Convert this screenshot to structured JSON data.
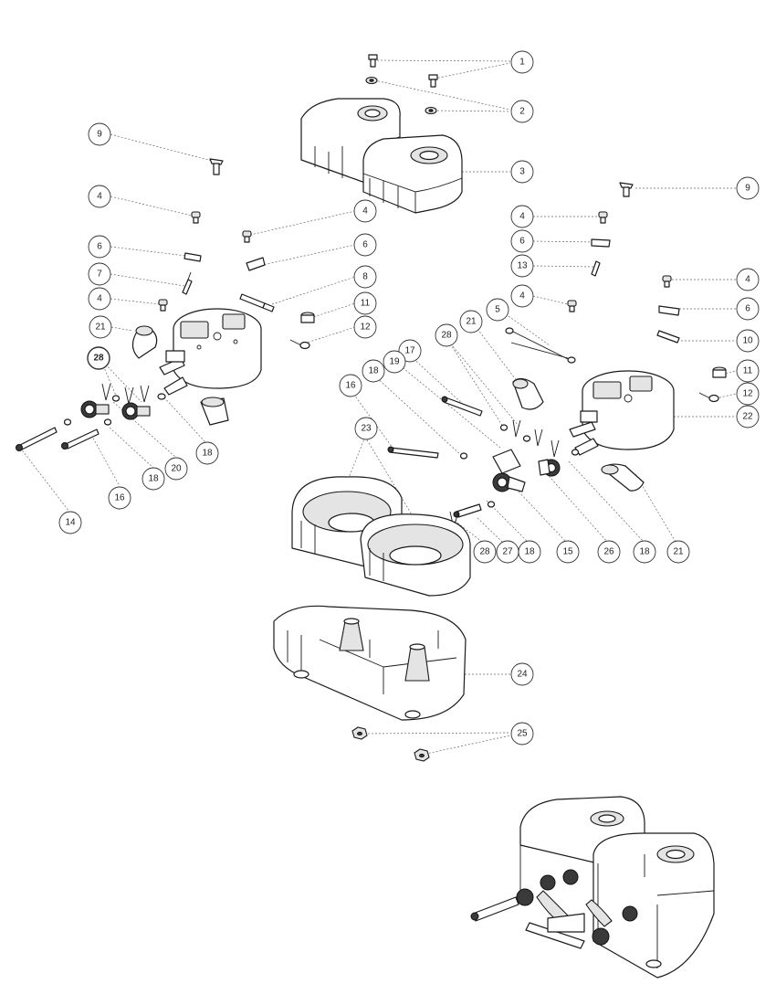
{
  "diagram": {
    "callouts": [
      {
        "id": "c1",
        "label": "1"
      },
      {
        "id": "c2",
        "label": "2"
      },
      {
        "id": "c3",
        "label": "3"
      },
      {
        "id": "c9a",
        "label": "9"
      },
      {
        "id": "c9b",
        "label": "9"
      },
      {
        "id": "c4a",
        "label": "4"
      },
      {
        "id": "c4b",
        "label": "4"
      },
      {
        "id": "c4c",
        "label": "4"
      },
      {
        "id": "c4d",
        "label": "4"
      },
      {
        "id": "c4e",
        "label": "4"
      },
      {
        "id": "c4f",
        "label": "4"
      },
      {
        "id": "c6a",
        "label": "6"
      },
      {
        "id": "c6b",
        "label": "6"
      },
      {
        "id": "c6c",
        "label": "6"
      },
      {
        "id": "c6d",
        "label": "6"
      },
      {
        "id": "c7",
        "label": "7"
      },
      {
        "id": "c8",
        "label": "8"
      },
      {
        "id": "c13",
        "label": "13"
      },
      {
        "id": "c5",
        "label": "5"
      },
      {
        "id": "c10",
        "label": "10"
      },
      {
        "id": "c11a",
        "label": "11"
      },
      {
        "id": "c11b",
        "label": "11"
      },
      {
        "id": "c12a",
        "label": "12"
      },
      {
        "id": "c12b",
        "label": "12"
      },
      {
        "id": "c21a",
        "label": "21"
      },
      {
        "id": "c21b",
        "label": "21"
      },
      {
        "id": "c21c",
        "label": "21"
      },
      {
        "id": "c22",
        "label": "22"
      },
      {
        "id": "c28a",
        "label": "28"
      },
      {
        "id": "c28b",
        "label": "28"
      },
      {
        "id": "c28c",
        "label": "28"
      },
      {
        "id": "c17",
        "label": "17"
      },
      {
        "id": "c19",
        "label": "19"
      },
      {
        "id": "c18a",
        "label": "18"
      },
      {
        "id": "c18b",
        "label": "18"
      },
      {
        "id": "c18c",
        "label": "18"
      },
      {
        "id": "c18d",
        "label": "18"
      },
      {
        "id": "c18e",
        "label": "18"
      },
      {
        "id": "c16a",
        "label": "16"
      },
      {
        "id": "c16b",
        "label": "16"
      },
      {
        "id": "c20",
        "label": "20"
      },
      {
        "id": "c14",
        "label": "14"
      },
      {
        "id": "c23",
        "label": "23"
      },
      {
        "id": "c27",
        "label": "27"
      },
      {
        "id": "c15",
        "label": "15"
      },
      {
        "id": "c26",
        "label": "26"
      },
      {
        "id": "c24",
        "label": "24"
      },
      {
        "id": "c25",
        "label": "25"
      }
    ]
  }
}
